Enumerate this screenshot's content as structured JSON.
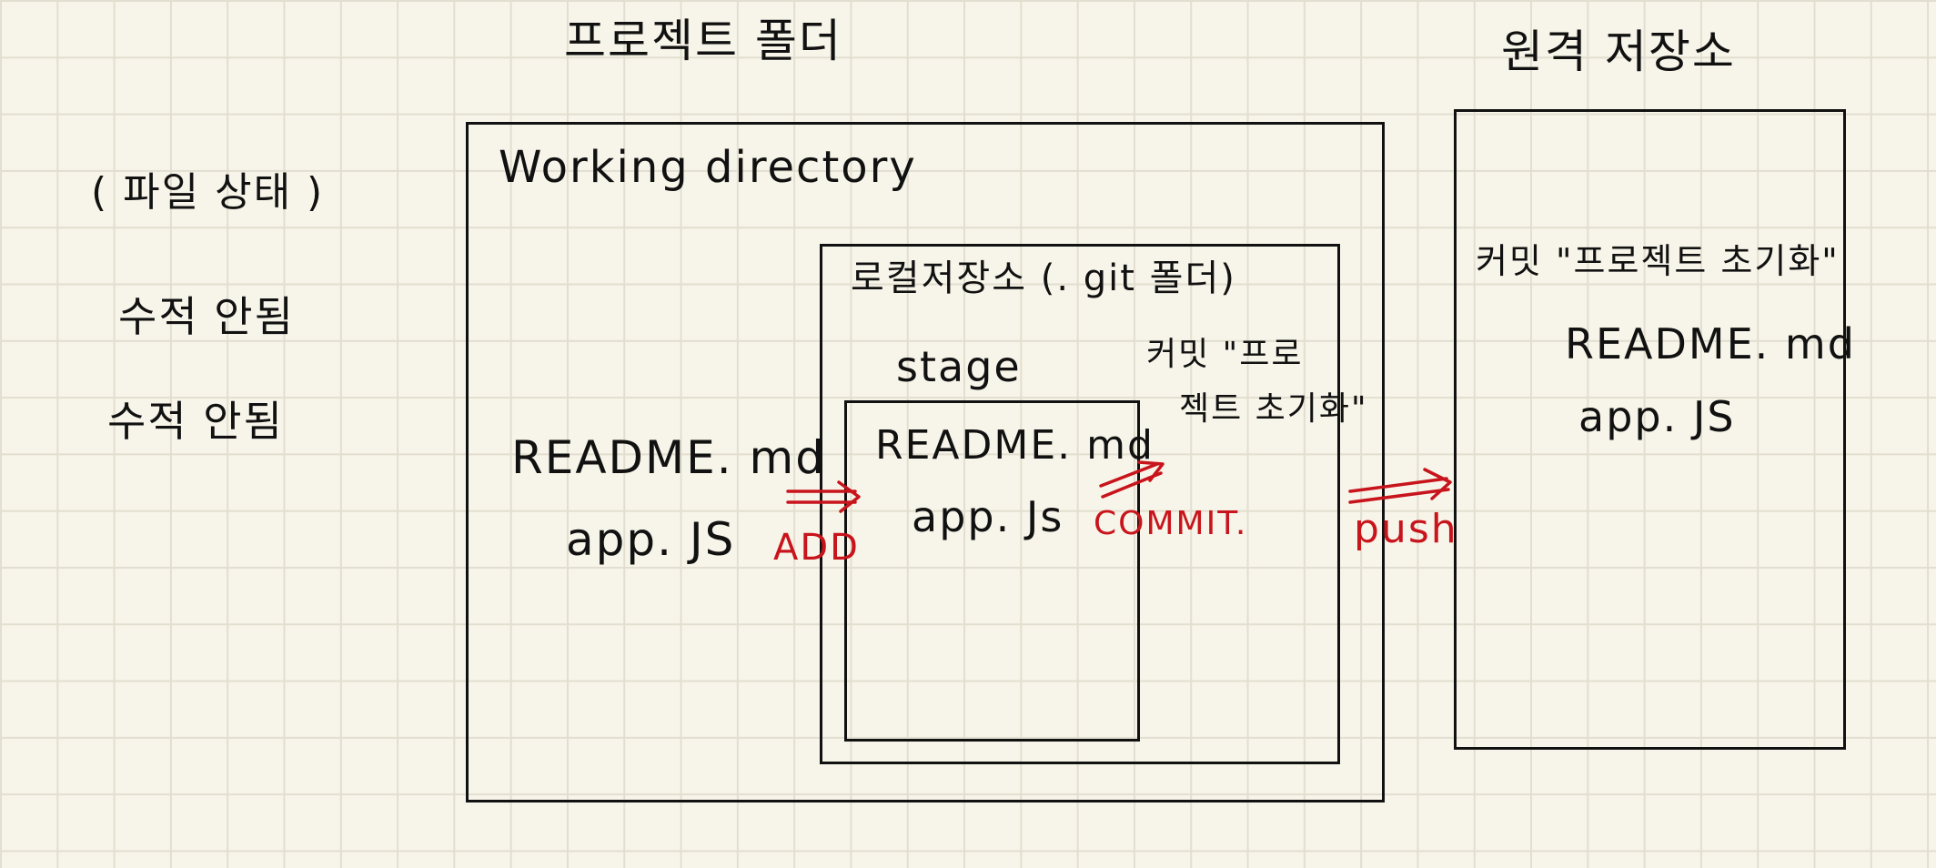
{
  "headings": {
    "project_folder": "프로젝트 폴더",
    "remote_repository": "원격 저장소"
  },
  "left_panel": {
    "file_state": "( 파일 상태 )",
    "untracked_1": "수적 안됨",
    "untracked_2": "수적 안됨"
  },
  "working_directory": {
    "title": "Working directory",
    "file_1": "README. md",
    "file_2": "app. JS"
  },
  "local_repository": {
    "title": "로컬저장소 (. git 폴더)",
    "commit_note_line_1": "커밋 \"프로",
    "commit_note_line_2": "젝트 초기화\""
  },
  "stage": {
    "title": "stage",
    "file_1": "README. md",
    "file_2": "app. Js"
  },
  "remote": {
    "commit_note": "커밋 \"프로젝트 초기화\"",
    "file_1": "README. md",
    "file_2": "app. JS"
  },
  "actions": {
    "add": "ADD",
    "commit": "COMMIT.",
    "push": "push"
  },
  "colors": {
    "ink": "#111111",
    "annotation_red": "#c8141c",
    "paper": "#f7f5e9",
    "grid": "#e2ded0"
  }
}
